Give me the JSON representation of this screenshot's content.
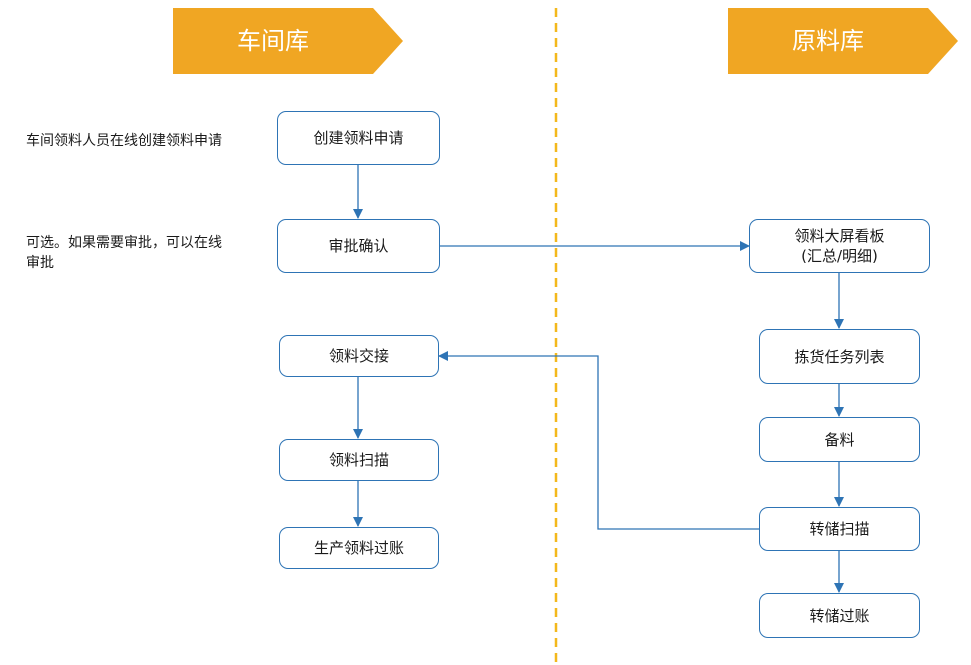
{
  "lanes": {
    "left": {
      "title": "车间库"
    },
    "right": {
      "title": "原料库"
    }
  },
  "notes": {
    "create": "车间领料人员在线创建领料申请",
    "approve": "可选。如果需要审批，可以在线审批"
  },
  "steps": {
    "create_request": "创建领料申请",
    "approve_confirm": "审批确认",
    "handover": "领料交接",
    "scan": "领料扫描",
    "post": "生产领料过账",
    "dashboard_line1": "领料大屏看板",
    "dashboard_line2": "(汇总/明细)",
    "pick_list": "拣货任务列表",
    "prepare": "备料",
    "transfer_scan": "转储扫描",
    "transfer_post": "转储过账"
  },
  "colors": {
    "banner": "#f0a623",
    "box_border": "#2e74b5",
    "arrow": "#2e74b5",
    "divider": "#f3b81c"
  }
}
